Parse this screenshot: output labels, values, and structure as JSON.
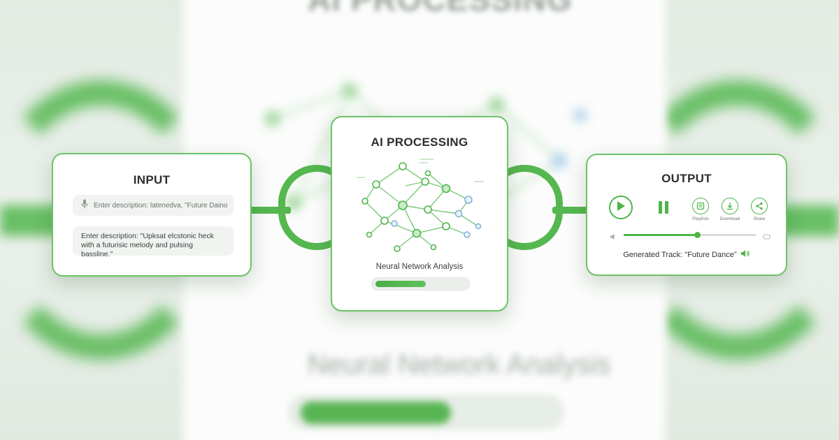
{
  "background": {
    "title": "AI PROCESSING",
    "subtitle": "Neural Network Analysis"
  },
  "colors": {
    "accent": "#55b74f",
    "card_bg": "#ffffff",
    "page_bg": "#eef3ee"
  },
  "input": {
    "title": "INPUT",
    "search_icon": "microphone-icon",
    "search_text": "Enter description: Iatenedva, \"Future Daino",
    "description": "Enter description: \"Upksat elcstonic heck with a futurisic melody and pulsing bassline.\""
  },
  "processing": {
    "title": "AI PROCESSING",
    "caption": "Neural Network Analysis",
    "progress": 0.56
  },
  "output": {
    "title": "OUTPUT",
    "play_icon": "play-icon",
    "pause_icon": "pause-icon",
    "actions": [
      {
        "icon": "playlist-icon",
        "label": "Playlists"
      },
      {
        "icon": "download-icon",
        "label": "Download"
      },
      {
        "icon": "share-icon",
        "label": "Share"
      }
    ],
    "seek_progress": 0.55,
    "track_text": "Generated Track: \"Future Dance\"",
    "volume_icon": "speaker-icon"
  }
}
